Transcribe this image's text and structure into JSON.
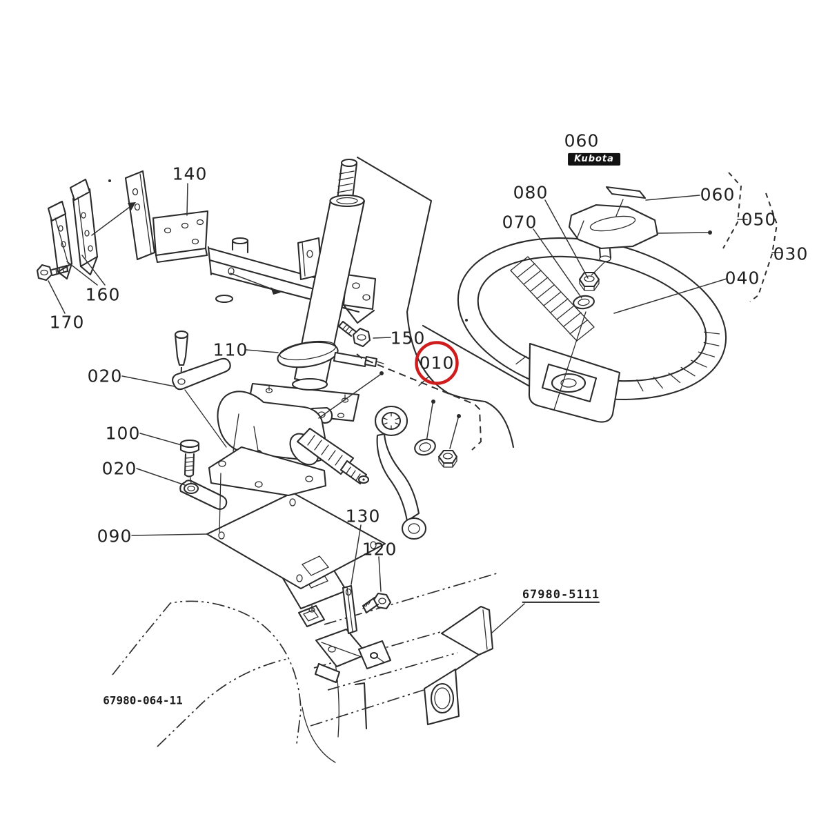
{
  "brand_badge": "Kubota",
  "callouts": {
    "c010": "010",
    "c020a": "020",
    "c020b": "020",
    "c030": "030",
    "c040": "040",
    "c050": "050",
    "c060a": "060",
    "c060b": "060",
    "c070": "070",
    "c080": "080",
    "c090": "090",
    "c100": "100",
    "c110": "110",
    "c120": "120",
    "c130": "130",
    "c140": "140",
    "c150": "150",
    "c160": "160",
    "c170": "170"
  },
  "references": {
    "frame_part_number": "67980-5111",
    "drawing_number": "67980-064-11"
  },
  "highlight": {
    "part": "010",
    "circle_color": "#cf1d1d"
  },
  "colors": {
    "ink": "#2b2b2b",
    "background": "#ffffff",
    "badge_bg": "#121212",
    "badge_text": "#ffffff"
  }
}
